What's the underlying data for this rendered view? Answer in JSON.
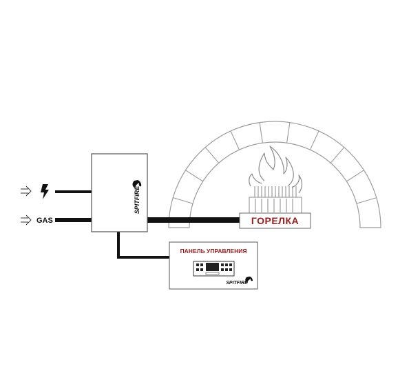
{
  "inputs": {
    "gas_label": "GAS"
  },
  "burner": {
    "label": "ГОРЕЛКА"
  },
  "control_panel": {
    "label": "ПАНЕЛЬ УПРАВЛЕНИЯ"
  },
  "brand": {
    "logo_text": "SPITFIRE"
  },
  "colors": {
    "label_red": "#9b1b1b",
    "line": "#111111",
    "arch_stroke": "#9a9a9a"
  }
}
